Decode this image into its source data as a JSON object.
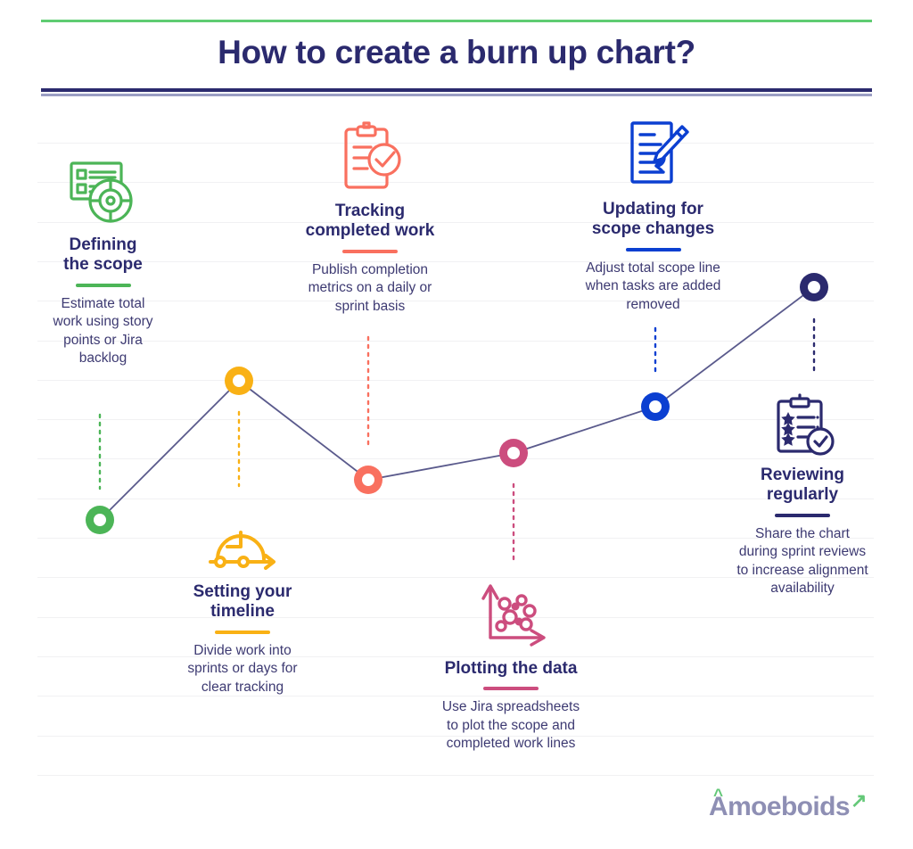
{
  "header": {
    "title": "How to create a burn up chart?",
    "top_rule_color": "#5fcc72",
    "divider_color_primary": "#2b2a6e",
    "divider_color_secondary": "#9b9ec4"
  },
  "steps": [
    {
      "id": "defining-the-scope",
      "icon": "scope-target-list-icon",
      "title": "Defining\nthe scope",
      "body": "Estimate total\nwork using story\npoints or Jira\nbacklog",
      "color": "#4cb557"
    },
    {
      "id": "setting-your-timeline",
      "icon": "clock-timeline-icon",
      "title": "Setting your\ntimeline",
      "body": "Divide work into\nsprints or days for\nclear tracking",
      "color": "#f9b115"
    },
    {
      "id": "tracking-completed-work",
      "icon": "clipboard-check-icon",
      "title": "Tracking\ncompleted work",
      "body": "Publish completion\nmetrics on a daily or\nsprint basis",
      "color": "#f9705f"
    },
    {
      "id": "plotting-the-data",
      "icon": "scatter-plot-icon",
      "title": "Plotting the data",
      "body": "Use Jira spreadsheets\nto plot the scope and\ncompleted work lines",
      "color": "#cc4d7e"
    },
    {
      "id": "updating-for-scope-changes",
      "icon": "document-pencil-icon",
      "title": "Updating for\nscope changes",
      "body": "Adjust total scope line\nwhen tasks are added\nremoved",
      "color": "#0b3fd1"
    },
    {
      "id": "reviewing-regularly",
      "icon": "clipboard-stars-check-icon",
      "title": "Reviewing\nregularly",
      "body": "Share the chart\nduring sprint reviews\nto increase alignment\navailability",
      "color": "#2b2a6e"
    }
  ],
  "chart_data": {
    "type": "line",
    "title": "How to create a burn up chart?",
    "xlabel": "",
    "ylabel": "",
    "grid": true,
    "legend_position": "none",
    "x": [
      112,
      268,
      413,
      576,
      735,
      913
    ],
    "y": [
      583,
      427,
      538,
      508,
      456,
      322
    ],
    "point_labels": [
      "Defining the scope",
      "Setting your timeline",
      "Tracking completed work",
      "Plotting the data",
      "Updating for scope changes",
      "Reviewing regularly"
    ],
    "point_colors": [
      "#4cb557",
      "#f9b115",
      "#f9705f",
      "#cc4d7e",
      "#0b3fd1",
      "#2b2a6e"
    ],
    "line_color": "#5a5a8c",
    "gridline_color": "#f1f1f3",
    "gridline_count": 17
  },
  "footer": {
    "logo_text": "Amoeboids",
    "logo_accent_caret": "^",
    "logo_swoosh": "↗",
    "logo_color": "#8e8fb4",
    "logo_accent_color": "#64c878"
  }
}
